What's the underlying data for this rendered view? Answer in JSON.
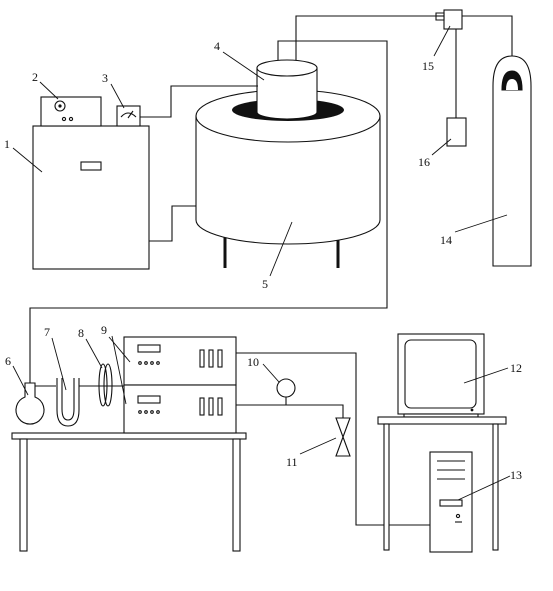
{
  "labels": {
    "l1": "1",
    "l2": "2",
    "l3": "3",
    "l4": "4",
    "l5": "5",
    "l6": "6",
    "l7": "7",
    "l8": "8",
    "l9": "9",
    "l10": "10",
    "l11": "11",
    "l12": "12",
    "l13": "13",
    "l14": "14",
    "l15": "15",
    "l16": "16"
  },
  "colors": {
    "stroke": "#111111",
    "background": "#ffffff"
  }
}
